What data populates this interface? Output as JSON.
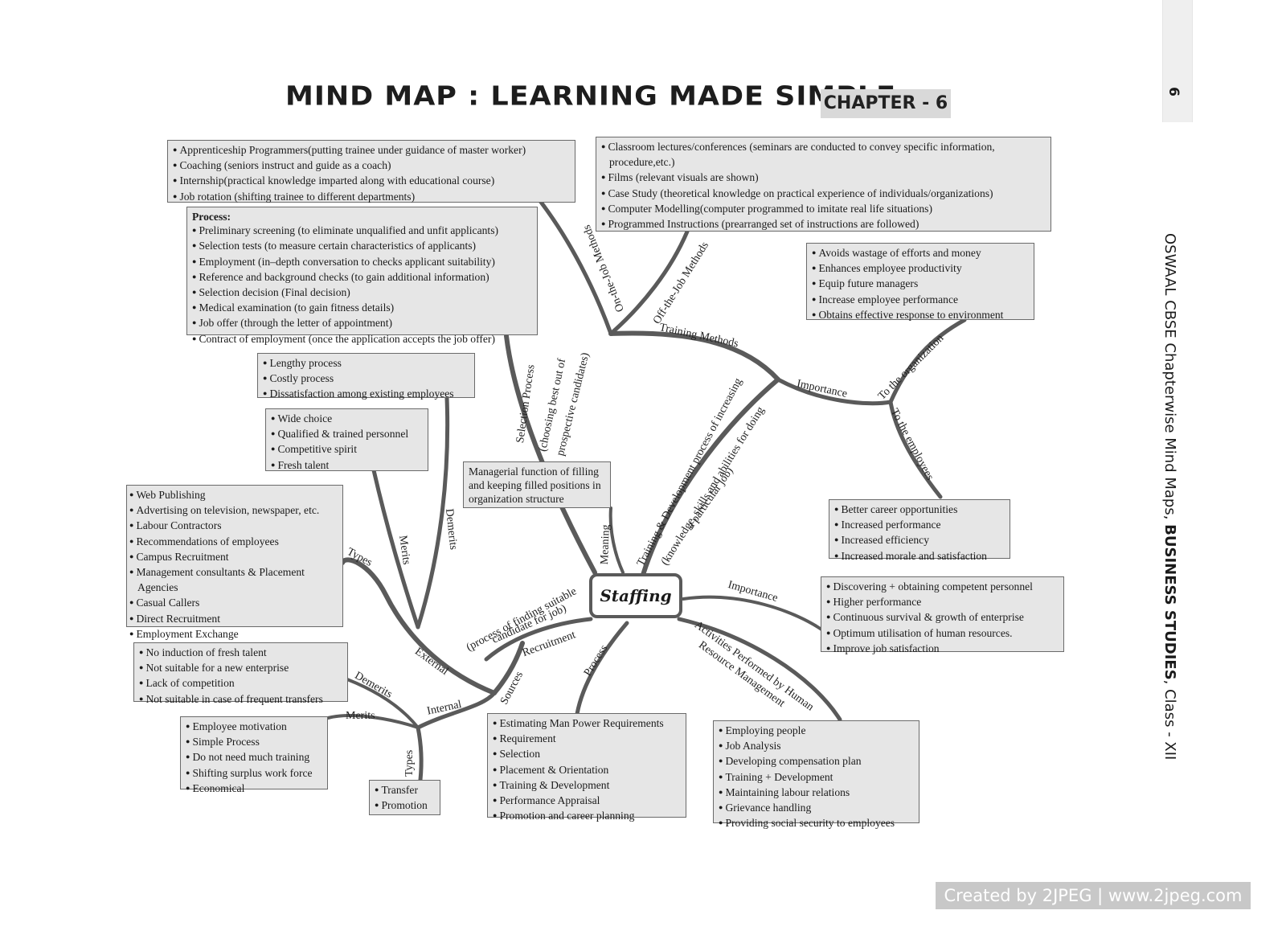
{
  "header": {
    "title": "MIND MAP : LEARNING MADE SIMPLE",
    "chapter": "CHAPTER - 6",
    "tab_number": "6",
    "side_title_normal": "OSWAAL CBSE Chapterwise Mind Maps, ",
    "side_title_bold": "BUSINESS STUDIES",
    "side_title_tail": ", Class - XII"
  },
  "center": {
    "label": "Staffing"
  },
  "branch_labels": {
    "on_the_job": "On-the-Job Methods",
    "off_the_job": "Off-the-Job Methods",
    "training_methods": "Training Methods",
    "importance_training": "Importance",
    "to_org": "To the organization",
    "to_emp": "To the employees",
    "selection_process": "Selection Process",
    "selection_sub_1": "(choosing best out of",
    "selection_sub_2": "prospective candidates)",
    "meaning": "Meaning",
    "training_dev_1": "Training & Development process of increasing",
    "training_dev_2": "(knowledge, skills and abilities for doing",
    "training_dev_3": "a particular job)",
    "importance_staffing": "Importance",
    "activities_1": "Activities Performed by Human",
    "activities_2": "Resource Management",
    "process": "Process",
    "recruitment": "Recruitment",
    "recruitment_sub_1": "(process of finding suitable",
    "recruitment_sub_2": "candidate for job)",
    "sources": "Sources",
    "external": "External",
    "internal": "Internal",
    "types_ext": "Types",
    "merits_ext": "Merits",
    "demerits_ext": "Demerits",
    "demerits_int": "Demerits",
    "merits_int": "Merits",
    "types_int": "Types"
  },
  "boxes": {
    "on_the_job": [
      "Apprenticeship Programmers(putting trainee under guidance of master worker)",
      "Coaching (seniors instruct and guide as a coach)",
      "Internship(practical knowledge imparted along with educational course)",
      "Job rotation (shifting trainee to different departments)"
    ],
    "off_the_job": [
      "Classroom lectures/conferences (seminars are conducted to convey specific information,",
      "procedure,etc.)",
      "Films (relevant visuals are shown)",
      "Case Study  (theoretical knowledge on practical experience of individuals/organizations)",
      "Computer Modelling(computer programmed to imitate real life situations)",
      "Programmed Instructions (prearranged set of instructions are followed)"
    ],
    "selection_heading": "Process:",
    "selection": [
      "Preliminary screening (to eliminate unqualified and unfit applicants)",
      "Selection tests (to measure certain characteristics of applicants)",
      "Employment (in–depth conversation to checks applicant suitability)",
      "Reference and background checks (to gain additional information)",
      "Selection decision (Final decision)",
      "Medical examination (to gain fitness details)",
      "Job offer (through the letter of appointment)",
      "Contract of employment (once the application accepts the job offer)"
    ],
    "to_org": [
      "Avoids wastage of efforts and money",
      "Enhances employee productivity",
      "Equip future managers",
      "Increase employee performance",
      "Obtains effective response to environment"
    ],
    "to_emp": [
      "Better career opportunities",
      "Increased performance",
      "Increased efficiency",
      "Increased morale and satisfaction"
    ],
    "external_demerits": [
      "Lengthy process",
      "Costly process",
      "Dissatisfaction among existing employees"
    ],
    "external_merits": [
      "Wide choice",
      "Qualified & trained personnel",
      "Competitive spirit",
      "Fresh talent"
    ],
    "external_types": [
      "Web Publishing",
      "Advertising on television, newspaper, etc.",
      "Labour Contractors",
      "Recommendations of employees",
      "Campus Recruitment",
      "Management consultants & Placement",
      "Agencies",
      "Casual Callers",
      "Direct Recruitment",
      "Employment Exchange"
    ],
    "meaning": "Managerial function of filling and keeping filled positions in organization structure",
    "importance_staffing": [
      "Discovering + obtaining competent personnel",
      "Higher performance",
      "Continuous survival & growth of enterprise",
      "Optimum utilisation of human resources.",
      "Improve job satisfaction"
    ],
    "internal_demerits": [
      "No induction of fresh talent",
      "Not suitable for a new enterprise",
      "Lack of competition",
      "Not suitable in case of frequent transfers"
    ],
    "internal_merits": [
      "Employee motivation",
      "Simple Process",
      "Do not need much training",
      "Shifting surplus work force",
      "Economical"
    ],
    "internal_types": [
      "Transfer",
      "Promotion"
    ],
    "process": [
      "Estimating Man Power Requirements",
      "Requirement",
      "Selection",
      "Placement & Orientation",
      "Training & Development",
      "Performance Appraisal",
      "Promotion and career planning"
    ],
    "hrm_activities": [
      "Employing people",
      "Job Analysis",
      "Developing compensation plan",
      "Training + Development",
      "Maintaining labour relations",
      "Grievance handling",
      "Providing social security to employees"
    ]
  },
  "footer": {
    "watermark": "Created by 2JPEG | www.2jpeg.com"
  },
  "colors": {
    "branch": "#5a5a5a",
    "box_bg": "#e6e6e6",
    "box_border": "#6a6a6a",
    "chapter_bg": "#d9d9d9"
  }
}
